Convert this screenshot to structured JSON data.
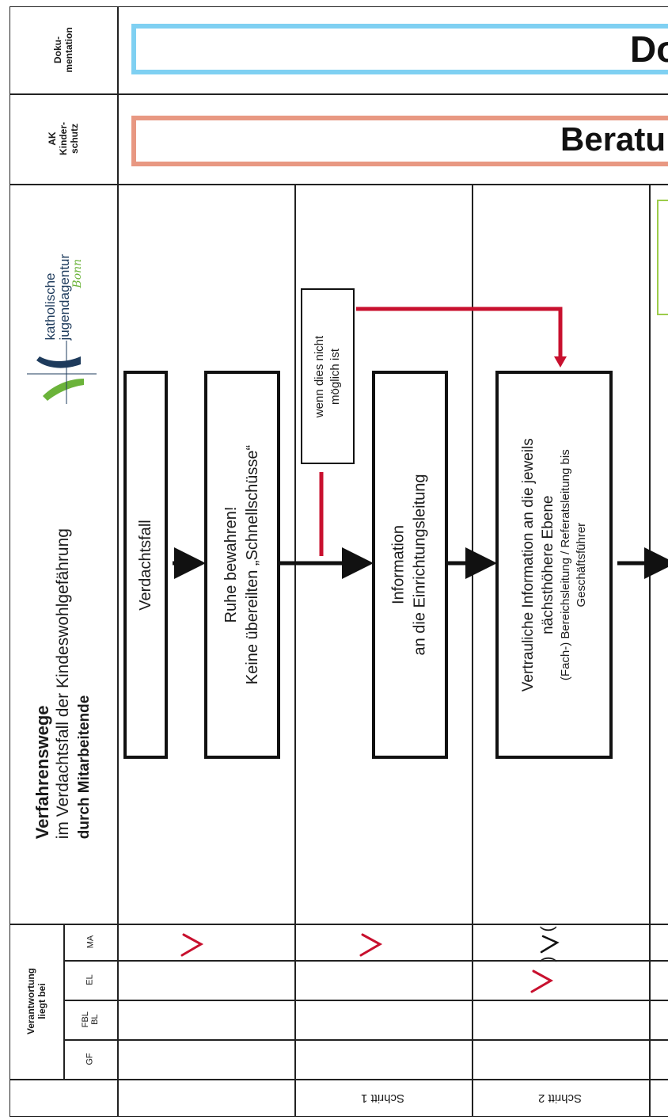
{
  "rows": {
    "dokumentation": "Doku-\nmentation",
    "ak_kinderschutz": "AK\nKinder-\nschutz"
  },
  "banners": {
    "dokumentation": "Do",
    "beratung": "Beratu"
  },
  "title": {
    "line1": "Verfahrenswege",
    "line2": "im Verdachtsfall der Kindeswohlgefährung",
    "line3": "durch Mitarbeitende"
  },
  "logo": {
    "line1": "katholische",
    "line2": "jugendagentur",
    "city": "Bonn"
  },
  "responsibility": {
    "header": "Verantwortung\nliegt bei",
    "roles": [
      "MA",
      "EL",
      "FBL\nBL",
      "GF"
    ]
  },
  "steps": [
    "Schritt 1",
    "Schritt 2"
  ],
  "boxes": {
    "verdachtsfall": "Verdachtsfall",
    "ruhe_line1": "Ruhe bewahren!",
    "ruhe_line2": "Keine übereilten „Schnellschüsse“",
    "wenn_line1": "wenn dies nicht",
    "wenn_line2": "möglich ist",
    "info_line1": "Information",
    "info_line2": "an die Einrichtungsleitung",
    "vertr_line1": "Vertrauliche Information an die jeweils",
    "vertr_line2": "nächsthöhere Ebene",
    "vertr_line3": "(Fach-) Bereichsleitung / Referatsleitung bis",
    "vertr_line4": "Geschäftsführer"
  },
  "checks": {
    "paren_left": "(",
    "paren_right": ")"
  },
  "colors": {
    "dokumentation_border": "#7fd0f2",
    "beratung_border": "#e89882",
    "green_border": "#9ccc4a",
    "red_connector": "#c8102e",
    "check_red": "#c8102e"
  }
}
